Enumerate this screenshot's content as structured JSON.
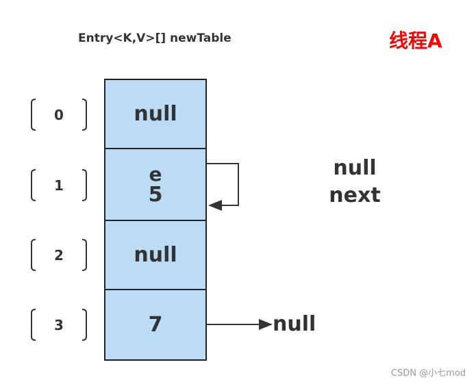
{
  "header": {
    "array_label": "Entry<K,V>[] newTable",
    "thread_label": "线程A"
  },
  "indices": [
    "0",
    "1",
    "2",
    "3"
  ],
  "cells": [
    {
      "text": "null"
    },
    {
      "top": "e",
      "bottom": "5"
    },
    {
      "text": "null"
    },
    {
      "text": "7"
    }
  ],
  "side_note": {
    "line1": "null",
    "line2": "next"
  },
  "arrow_target": "null",
  "watermark": "CSDN @小七mod"
}
